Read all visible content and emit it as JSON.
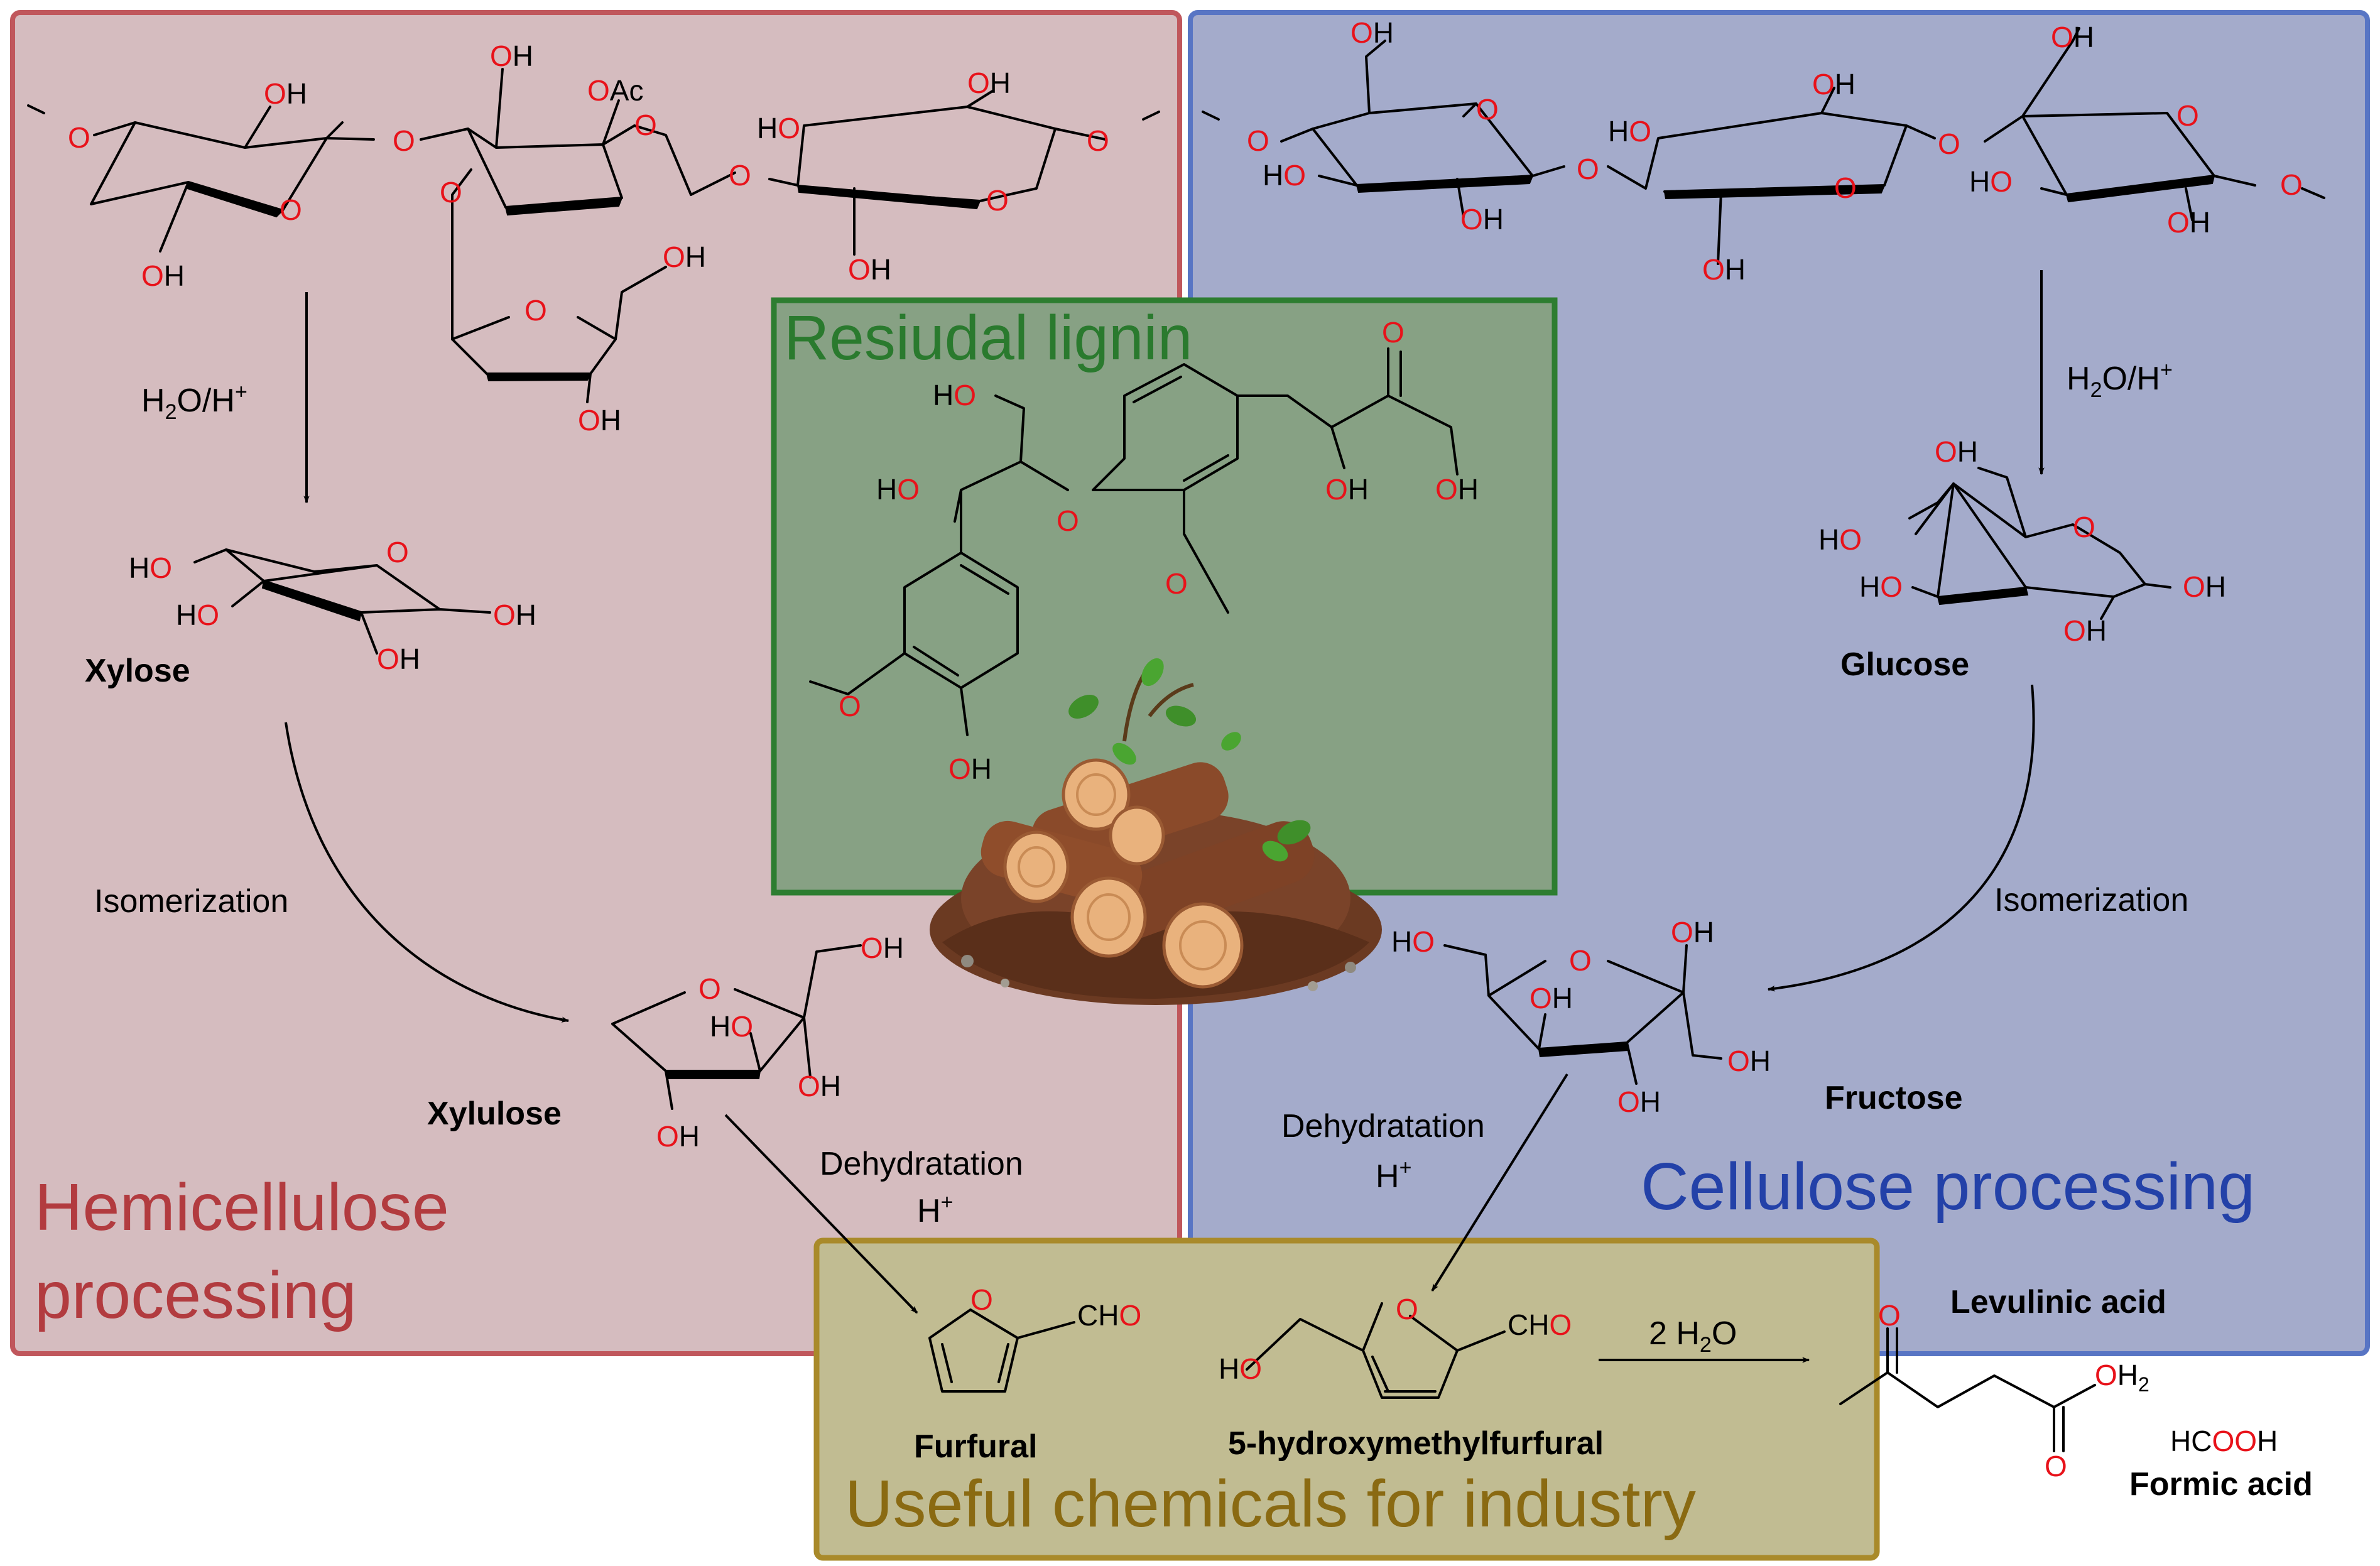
{
  "panels": {
    "hemicellulose": {
      "title_line1": "Hemicellulose",
      "title_line2": "processing",
      "color": "#b23b3f",
      "fill": "#d5bcbf"
    },
    "cellulose": {
      "title": "Cellulose processing",
      "color": "#2341a8",
      "fill": "#a4abcb"
    },
    "lignin": {
      "title": "Resiudal lignin",
      "color": "#2a7a2e",
      "fill": "#87a184"
    },
    "chemicals": {
      "title": "Useful chemicals for industry",
      "color": "#8a6a12",
      "fill": "#c1bc92"
    }
  },
  "hemicellulose": {
    "condition": "H2O/H+",
    "isomerization": "Isomerization",
    "dehydration": "Dehydratation",
    "acid": "H+",
    "xylose": "Xylose",
    "xylulose": "Xylulose",
    "acetyl": "OAc"
  },
  "cellulose": {
    "condition": "H2O/H+",
    "isomerization": "Isomerization",
    "dehydration": "Dehydratation",
    "acid": "H+",
    "glucose": "Glucose",
    "fructose": "Fructose"
  },
  "products": {
    "furfural": "Furfural",
    "hmf": "5-hydroxymethylfurfural",
    "levulinic": "Levulinic acid",
    "formic_formula": "HCOOH",
    "formic": "Formic acid",
    "water": "2 H2O",
    "aldehyde": "CHO"
  },
  "labels": {
    "hydroxyl": "OH",
    "hydroxyl_left": "HO",
    "oxygen": "O"
  }
}
